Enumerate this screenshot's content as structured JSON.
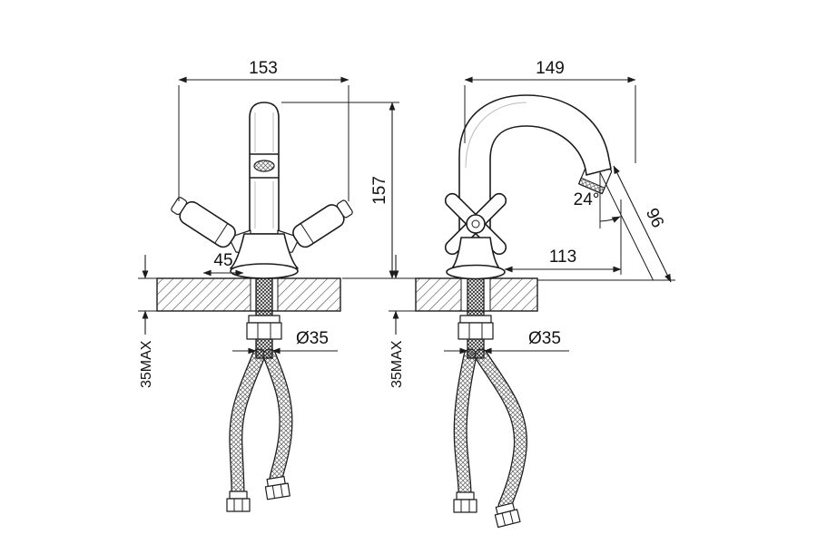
{
  "drawing": {
    "background": "#ffffff",
    "line_color": "#1c1c1c",
    "front_view": {
      "dim_width": "153",
      "dim_height": "157",
      "dim_base": "45",
      "dim_shank": "Ø35",
      "dim_counter": "35MAX"
    },
    "side_view": {
      "dim_depth": "149",
      "dim_angle": "24°",
      "dim_outlet_height": "96",
      "dim_reach": "113",
      "dim_shank": "Ø35",
      "dim_counter": "35MAX"
    }
  }
}
